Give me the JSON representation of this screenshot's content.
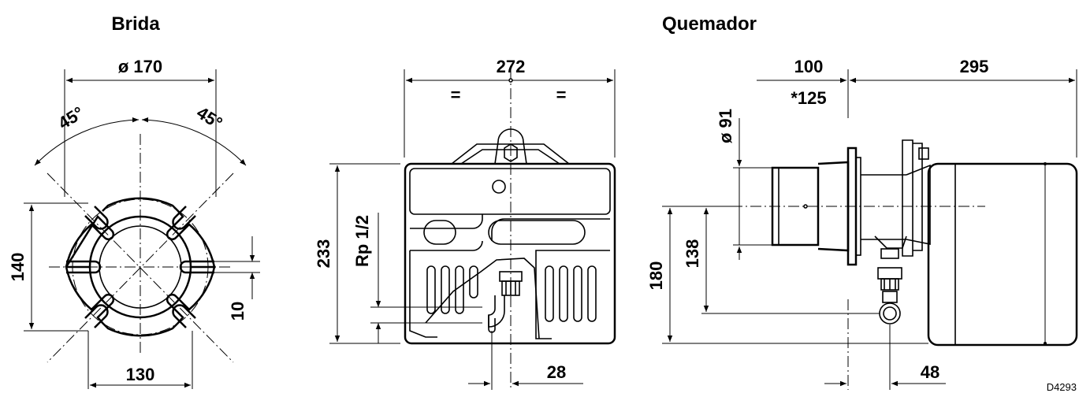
{
  "titles": {
    "flange": "Brida",
    "burner": "Quemador"
  },
  "flange": {
    "diameter": "ø 170",
    "angle_left": "45°",
    "angle_right": "45°",
    "height": "140",
    "width": "130",
    "slot": "10"
  },
  "front_view": {
    "width": "272",
    "equal_left": "=",
    "equal_right": "=",
    "height": "233",
    "thread": "Rp 1/2",
    "offset": "28"
  },
  "side_view": {
    "head_length": "100",
    "head_length_alt": "*125",
    "body_length": "295",
    "head_diameter": "ø 91",
    "axis_height": "180",
    "fuel_height": "138",
    "fuel_offset": "48"
  },
  "drawing_code": "D4293"
}
